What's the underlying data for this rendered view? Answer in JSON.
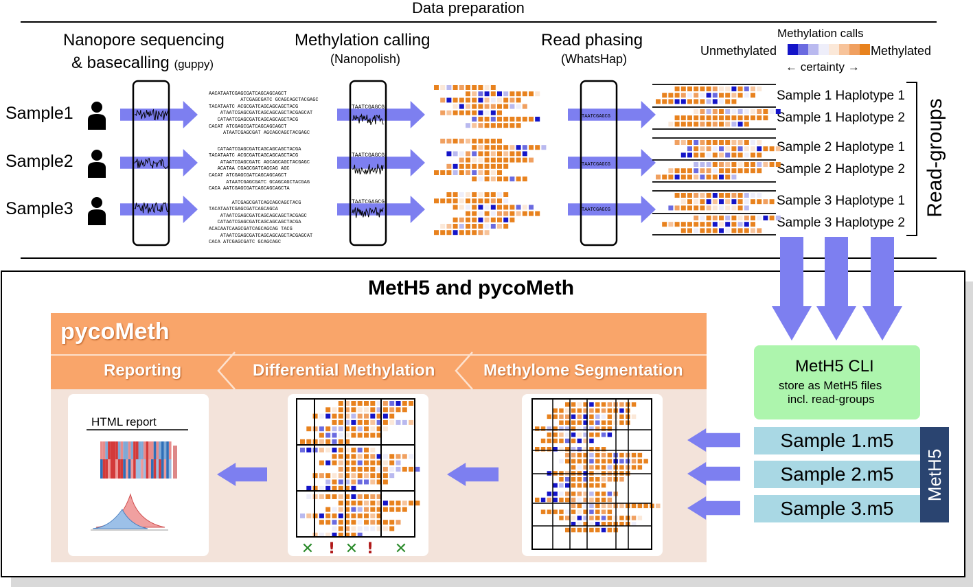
{
  "header": {
    "title": "Data preparation"
  },
  "steps": {
    "sequencing": {
      "line1": "Nanopore sequencing",
      "line2": "& basecalling",
      "tool": "(guppy)"
    },
    "methylation": {
      "title": "Methylation calling",
      "tool": "(Nanopolish)"
    },
    "phasing": {
      "title": "Read phasing",
      "tool": "(WhatsHap)"
    }
  },
  "legend": {
    "title": "Methylation calls",
    "left": "Unmethylated",
    "right": "Methylated",
    "certainty": "← certainty →",
    "colors": [
      "#1414c8",
      "#6a6ae0",
      "#b9b9ef",
      "#eeeefa",
      "#fbe8d8",
      "#f7c39a",
      "#f0a060",
      "#e8821e"
    ]
  },
  "samples": [
    "Sample1",
    "Sample2",
    "Sample3"
  ],
  "haplotypes": [
    "Sample 1 Haplotype 1",
    "Sample 1 Haplotype 2",
    "Sample 2 Haplotype 1",
    "Sample 2 Haplotype 2",
    "Sample 3 Haplotype 1",
    "Sample 3 Haplotype 2"
  ],
  "read_groups_label": "Read-groups",
  "reads": [
    [
      "AACATAATCGAGCGATCAGCAGCAGCT",
      "           ATCGAGCGATC GCAGCAGCTACGAGC",
      "TACATAATC ACGCGATCAGCAGCAGCTACG",
      "    ATAATCGAGCGATCAGCAGCAGCTACGAGCAT",
      "   CATAATCGAGCGATCAGCAGCAGCTACG",
      "CACAT ATCGAGCGATCAGCAGCAGCT",
      "     ATAATCGAGCGAT AGCAGCAGCTACGAGC"
    ],
    [
      "   CATAATCGAGCGATCAGCAGCAGCTACGA",
      "TACATAATC ACGCGATCAGCAGCAGCTACG",
      "    ATAATCGAGCGATC AGCAGCAGCTACGAGC",
      "   ACATAA CGAGCGATCAGCAG AGC",
      "CACAT ATCGAGCGATCAGCAGCAGCT",
      "      ATAATCGAGCGATC GCAGCAGCTACGAG",
      "CACA AATCGAGCGATCAGCAGCAGCTA"
    ],
    [
      "        ATCGAGCGATCAGCAGCAGCTACG",
      "TACATAATCGAGCGATCAGCAGCA",
      "    ATAATCGAGCGATCAGCAGCAGCTACGAGC",
      "   CATAATCGAGCGATCAGCAGCAGCTACGA",
      "ACACAATCAAGCGATCAGCAGCAG TACG",
      "    ATAATCGAGCGATCAGCAGCAGCTACGAGCAT",
      "CACA ATCGAGCGATC GCAGCAGC"
    ]
  ],
  "box_labels": {
    "methylation": "TAATCGAGCG",
    "phasing": "TAATCGAGCG"
  },
  "meth5": {
    "section_title": "MetH5 and pycoMeth",
    "cli_title": "MetH5 CLI",
    "cli_sub1": "store as MetH5 files",
    "cli_sub2": "incl. read-groups",
    "files": [
      "Sample 1.m5",
      "Sample 2.m5",
      "Sample 3.m5"
    ],
    "side_label": "MetH5"
  },
  "pycometh": {
    "title": "pycoMeth",
    "steps": [
      "Reporting",
      "Differential Methylation",
      "Methylome Segmentation"
    ],
    "report_title": "HTML report",
    "markers": [
      "✕",
      "!",
      "✕",
      "!",
      "✕"
    ],
    "colors": {
      "header": "#f9a56a",
      "body": "#f3e3da",
      "arrow": "#7d7ff0"
    }
  }
}
